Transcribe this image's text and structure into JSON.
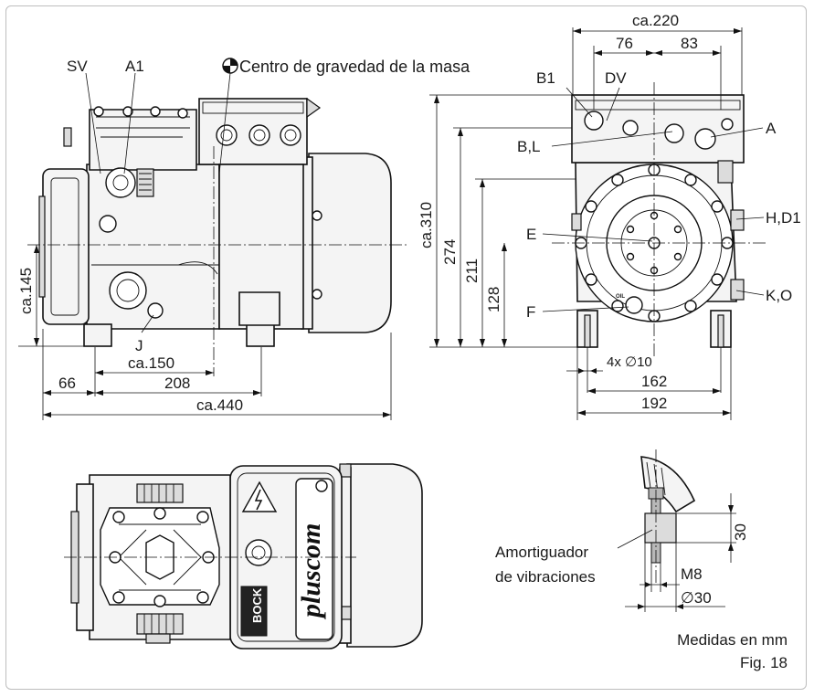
{
  "labels": {
    "sv": "SV",
    "a1": "A1",
    "cog": "Centro de gravedad de la masa",
    "b1": "B1",
    "dv": "DV",
    "a": "A",
    "bl": "B,L",
    "hd1": "H,D1",
    "e": "E",
    "ko": "K,O",
    "f": "F",
    "j": "J"
  },
  "dimensions": {
    "ca220": "ca.220",
    "d76": "76",
    "d83": "83",
    "ca310": "ca.310",
    "d274": "274",
    "d211": "211",
    "d128": "128",
    "ca145": "ca.145",
    "ca150": "ca.150",
    "d66": "66",
    "d208": "208",
    "ca440": "ca.440",
    "holes": "4x ∅10",
    "d162": "162",
    "d192": "192",
    "d30h": "30",
    "m8": "M8",
    "d30dia": "∅30"
  },
  "damper": {
    "line1": "Amortiguador",
    "line2": "de vibraciones"
  },
  "markings": {
    "oil": "OIL",
    "brand": "pluscom",
    "maker": "BOCK"
  },
  "footer": {
    "units": "Medidas en mm",
    "figure": "Fig. 18"
  }
}
